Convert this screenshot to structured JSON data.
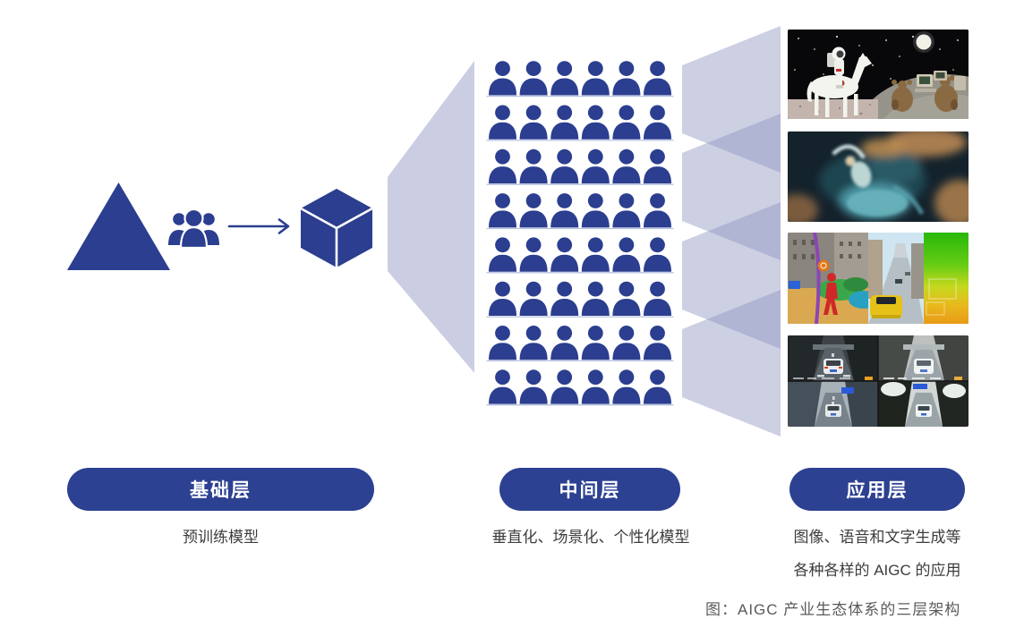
{
  "figure": {
    "caption": "图：AIGC 产业生态体系的三层架构",
    "background": "#ffffff"
  },
  "colors": {
    "navy": "#2b3e8f",
    "badge_navy": "#2c4191",
    "funnel_lavender": "#cbcde2",
    "band_purple": "#9194c1",
    "row_underline": "#b9c2df",
    "desc_text": "#3d3d3d",
    "caption_text": "#5a5a5a"
  },
  "layers": {
    "foundation": {
      "badge": "基础层",
      "description": "预训练模型",
      "icons": [
        "triangle-icon",
        "user-group-icon",
        "arrow-right-icon",
        "cube-icon"
      ]
    },
    "middle": {
      "badge": "中间层",
      "description": "垂直化、场景化、个性化模型",
      "grid": {
        "rows": 8,
        "cols": 6,
        "icon": "person-icon"
      }
    },
    "application": {
      "badge": "应用层",
      "description_line1": "图像、语音和文字生成等",
      "description_line2": "各种各样的 AIGC 的应用",
      "images": [
        {
          "label": "astronaut-riding-white-horse-and-teddy-bears-with-computers-on-moon"
        },
        {
          "label": "woman-underwater-flowing-dress-ai-artwork"
        },
        {
          "label": "street-scene-semantic-segmentation-photo-and-depth-map"
        },
        {
          "label": "autonomous-driving-four-camera-grayscale-views"
        }
      ]
    }
  }
}
